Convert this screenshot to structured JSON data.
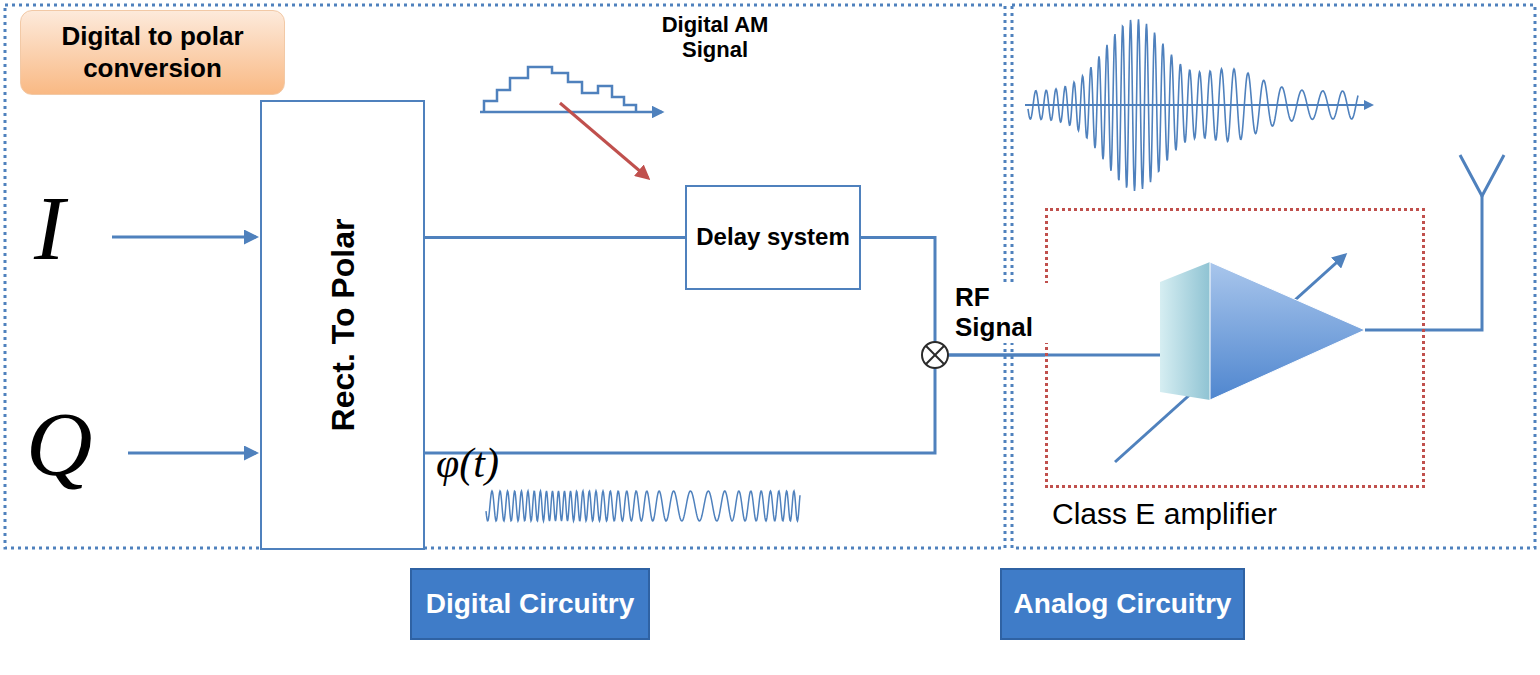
{
  "diagram": {
    "nodes": [
      {
        "text": [
          "Digital to polar conversion"
        ]
      },
      {
        "text": [
          "Rect. To Polar"
        ]
      },
      {
        "text": [
          "Delay system"
        ]
      },
      {
        "text": [
          "Class E amplifier"
        ]
      },
      {
        "text": [
          "Digital Circuitry"
        ]
      },
      {
        "text": [
          "Analog Circuitry"
        ]
      }
    ],
    "edges": [
      {
        "from": 1,
        "to": 2,
        "arrow": "none"
      },
      {
        "from": 2,
        "to": 3,
        "arrow": "none"
      },
      {
        "from": 1,
        "to": 3,
        "arrow": "none"
      }
    ],
    "labels": [
      "Digital AM Signal",
      "I",
      "Q",
      "φ(t)",
      "RF Signal"
    ]
  }
}
